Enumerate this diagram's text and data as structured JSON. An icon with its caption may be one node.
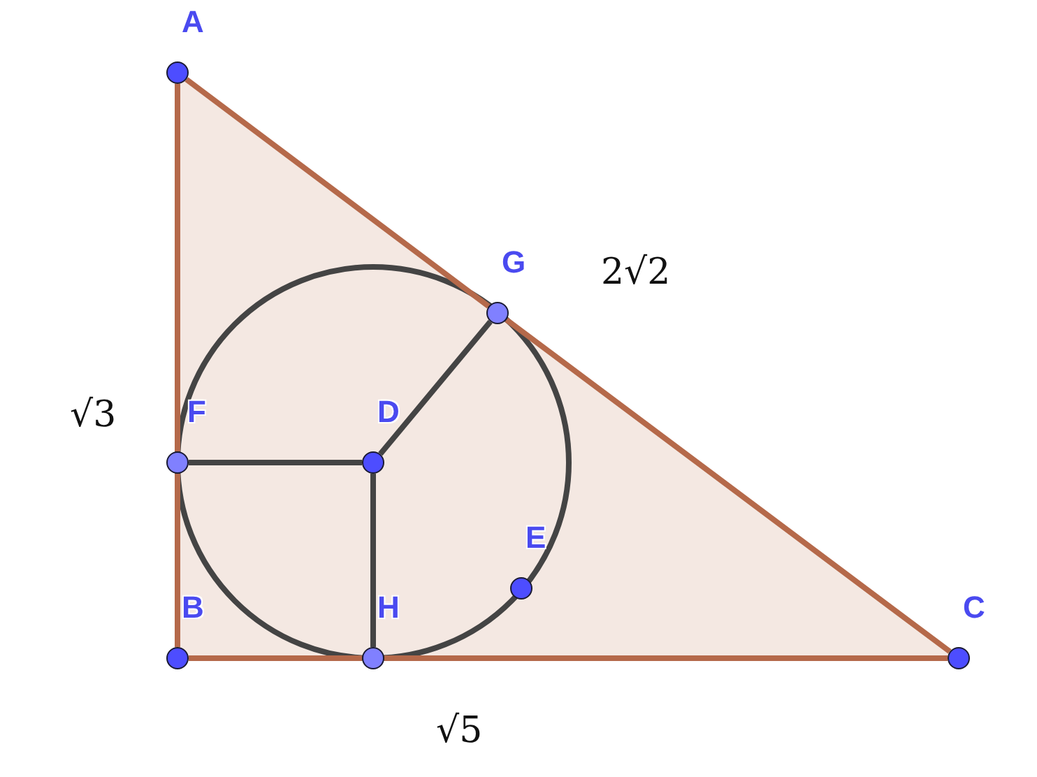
{
  "diagram": {
    "nodes": [
      {
        "text": [
          "A"
        ]
      },
      {
        "text": [
          "B"
        ]
      },
      {
        "text": [
          "C"
        ]
      },
      {
        "text": [
          "G"
        ]
      },
      {
        "text": [
          "F"
        ]
      },
      {
        "text": [
          "D"
        ]
      },
      {
        "text": [
          "E"
        ]
      },
      {
        "text": [
          "H"
        ]
      }
    ],
    "edges": [
      {
        "from": 0,
        "to": 4,
        "arrow": "none"
      },
      {
        "from": 4,
        "to": 1,
        "arrow": "none"
      },
      {
        "from": 1,
        "to": 7,
        "arrow": "none"
      },
      {
        "from": 7,
        "to": 2,
        "arrow": "none"
      },
      {
        "from": 2,
        "to": 3,
        "arrow": "none"
      },
      {
        "from": 3,
        "to": 0,
        "arrow": "none"
      },
      {
        "from": 5,
        "to": 4,
        "arrow": "none",
        "color": "#444444"
      },
      {
        "from": 5,
        "to": 3,
        "arrow": "none",
        "color": "#444444"
      },
      {
        "from": 5,
        "to": 7,
        "arrow": "none",
        "color": "#444444"
      }
    ],
    "labels": [
      "2√2",
      "√3",
      "√5"
    ]
  }
}
